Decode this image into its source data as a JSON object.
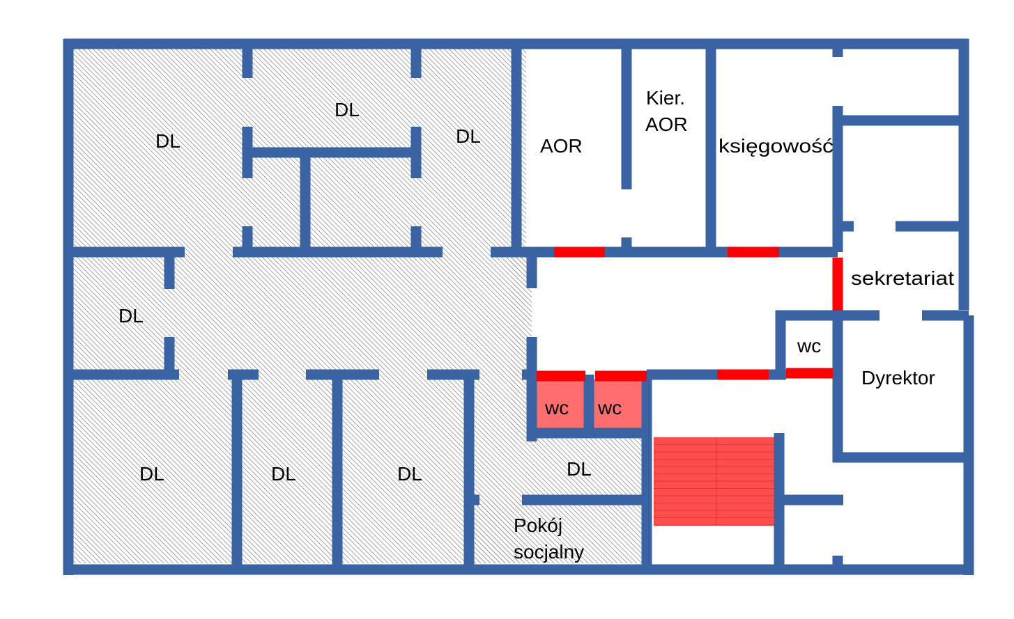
{
  "colors": {
    "wall": "#3A63A3",
    "door": "#FF0000",
    "hatch": "#9A9A9A",
    "wc_fill": "#FF6E6E",
    "stairs_fill": "#FF4C4C",
    "stairs_lines": "#D63A3A",
    "background": "#FFFFFF"
  },
  "rooms": {
    "dl_top_left": "DL",
    "dl_top_center": "DL",
    "dl_top_right": "DL",
    "dl_middle_left": "DL",
    "dl_bottom_1": "DL",
    "dl_bottom_2": "DL",
    "dl_bottom_3": "DL",
    "dl_small": "DL",
    "aor": "AOR",
    "kier_aor_line1": "Kier.",
    "kier_aor_line2": "AOR",
    "ksiegowosc": "księgowość",
    "sekretariat": "sekretariat",
    "wc_right": "wc",
    "wc_left_1": "wc",
    "wc_left_2": "wc",
    "dyrektor": "Dyrektor",
    "pokoj_line1": "Pokój",
    "pokoj_line2": "socjalny"
  }
}
